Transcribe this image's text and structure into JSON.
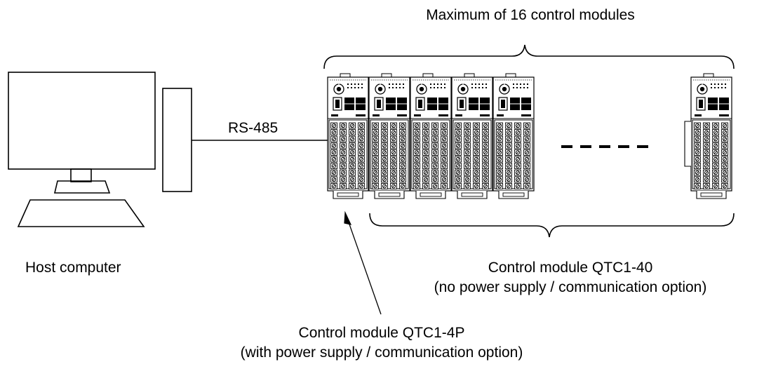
{
  "labels": {
    "max_modules": "Maximum of 16 control modules",
    "rs485": "RS-485",
    "host_computer": "Host computer",
    "qtc1_40_line1": "Control module QTC1-40",
    "qtc1_40_line2": "(no power supply / communication option)",
    "qtc1_4p_line1": "Control module QTC1-4P",
    "qtc1_4p_line2": "(with power supply / communication option)"
  },
  "modules": {
    "main_count": 5,
    "ellipsis_dashes": 5,
    "tail_count": 1
  }
}
